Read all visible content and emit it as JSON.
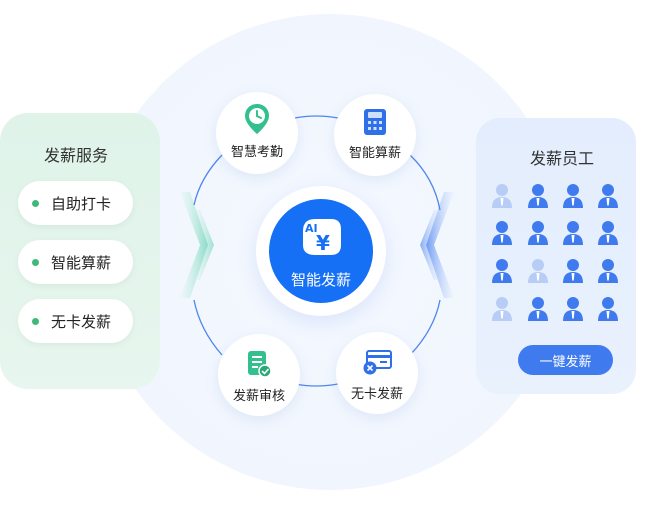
{
  "left": {
    "title": "发薪服务",
    "items": [
      "自助打卡",
      "智能算薪",
      "无卡发薪"
    ]
  },
  "right": {
    "title": "发薪员工",
    "button": "一键发薪"
  },
  "center": {
    "badge": "AI",
    "symbol": "¥",
    "label": "智能发薪"
  },
  "nodes": {
    "attendance": "智慧考勤",
    "calc": "智能算薪",
    "audit": "发薪审核",
    "cardless": "无卡发薪"
  },
  "colors": {
    "primary": "#1570f5",
    "green": "#3fb979",
    "light_person": "#b7cdf5",
    "person": "#3f7bef"
  }
}
